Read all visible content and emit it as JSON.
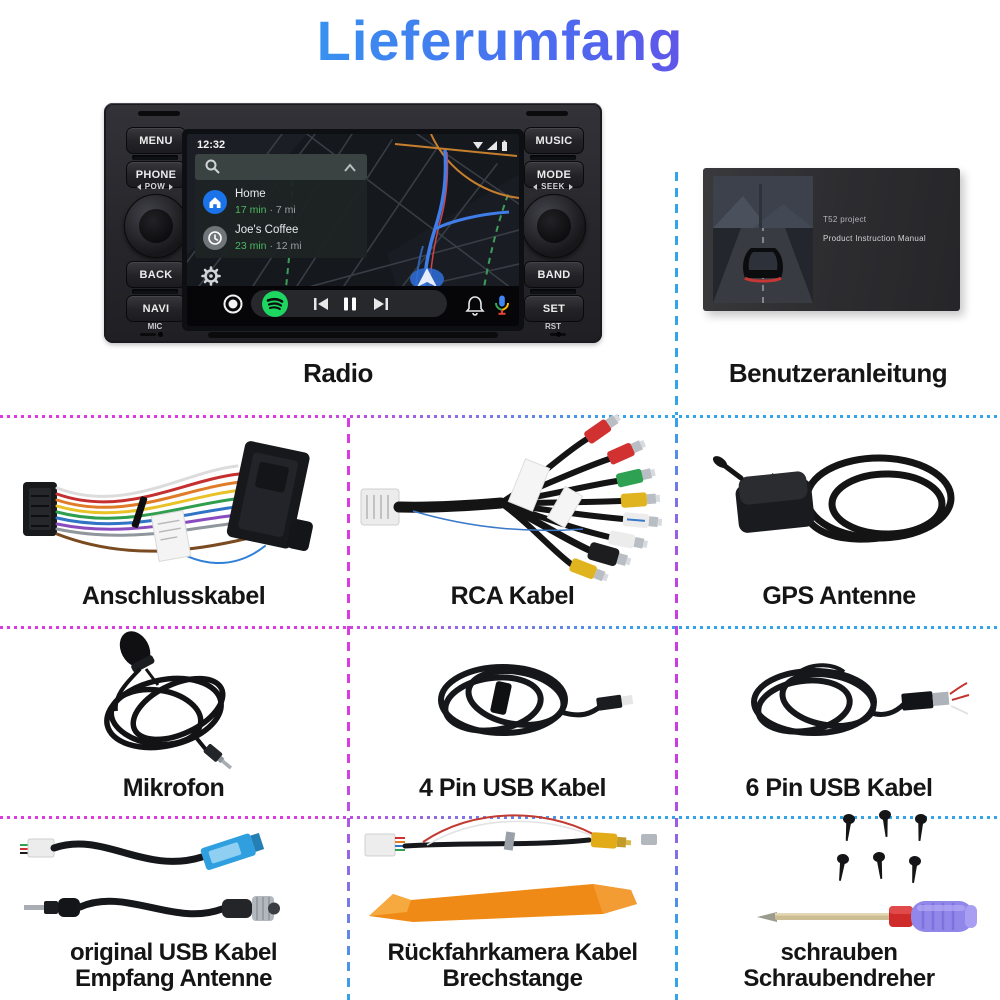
{
  "title": "Lieferumfang",
  "colors": {
    "accent_magenta": "#dd3be0",
    "accent_blue": "#33a3ea",
    "title_gradient": [
      "#24b6f0",
      "#4b6cf0",
      "#8a2ad8"
    ],
    "spotify_green": "#1ed760",
    "route_blue": "#3f7de8",
    "eta_green": "#4db663"
  },
  "radio": {
    "label": "Radio",
    "buttons": {
      "menu": "MENU",
      "phone": "PHONE",
      "back": "BACK",
      "navi": "NAVI",
      "music": "MUSIC",
      "mode": "MODE",
      "band": "BAND",
      "set": "SET"
    },
    "knobs": {
      "left": "POW",
      "right": "SEEK"
    },
    "ports": {
      "left": "MIC",
      "right": "RST"
    },
    "screen": {
      "clock": "12:32",
      "destinations": [
        {
          "name": "Home",
          "eta": "17 min",
          "distance": "· 7 mi",
          "icon": "home-icon"
        },
        {
          "name": "Joe's Coffee",
          "eta": "23 min",
          "distance": "· 12 mi",
          "icon": "history-icon"
        }
      ]
    }
  },
  "manual": {
    "label": "Benutzeranleitung",
    "line1": "T52 project",
    "line2": "Product Instruction Manual"
  },
  "items": [
    {
      "label": "Anschlusskabel"
    },
    {
      "label": "RCA Kabel"
    },
    {
      "label": "GPS Antenne"
    },
    {
      "label": "Mikrofon"
    },
    {
      "label": "4 Pin USB Kabel"
    },
    {
      "label": "6 Pin USB Kabel"
    },
    {
      "label": "original USB Kabel",
      "label2": "Empfang Antenne"
    },
    {
      "label": "Rückfahrkamera Kabel",
      "label2": "Brechstange"
    },
    {
      "label": "schrauben",
      "label2": "Schraubendreher"
    }
  ]
}
